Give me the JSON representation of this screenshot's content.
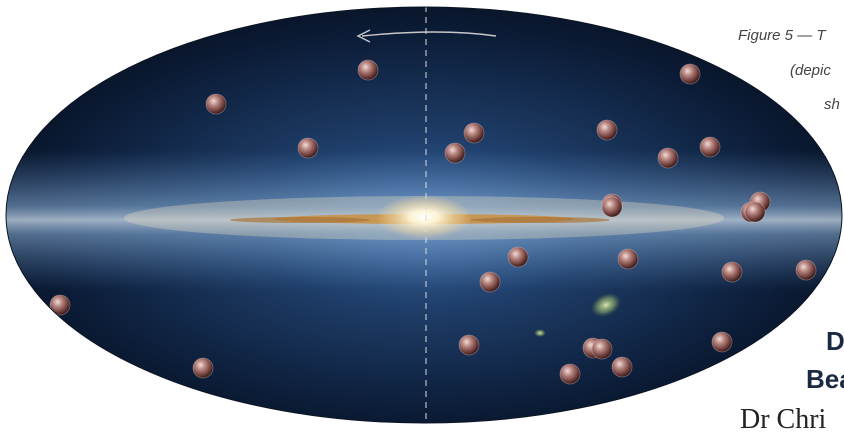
{
  "figure_caption": {
    "line1": "Figure 5 — T",
    "line2": "(depic",
    "line3": "sh"
  },
  "heading": {
    "line1": "D",
    "line2": "Bea"
  },
  "body_fragment": "Dr Chri",
  "colors": {
    "dot_highlight": "#d9b7b2",
    "dot_mid": "#9a6560",
    "dot_dark": "#4a2424",
    "sky_top": "#081326",
    "sky_band": "#5f8cc1",
    "core": "#fff6d8",
    "dust": "#c98e3e"
  },
  "objects": [
    {
      "id": 1,
      "name": "satellite-dot"
    },
    {
      "id": 2,
      "name": "satellite-dot"
    },
    {
      "id": 3,
      "name": "satellite-dot"
    },
    {
      "id": 4,
      "name": "satellite-dot"
    },
    {
      "id": 5,
      "name": "satellite-dot"
    },
    {
      "id": 6,
      "name": "satellite-dot"
    },
    {
      "id": 7,
      "name": "satellite-dot"
    },
    {
      "id": 8,
      "name": "satellite-dot"
    },
    {
      "id": 9,
      "name": "satellite-dot"
    },
    {
      "id": 10,
      "name": "satellite-dot"
    },
    {
      "id": 11,
      "name": "satellite-dot"
    },
    {
      "id": 12,
      "name": "satellite-dot"
    },
    {
      "id": 13,
      "name": "satellite-dot"
    },
    {
      "id": 14,
      "name": "satellite-dot"
    },
    {
      "id": 15,
      "name": "satellite-dot"
    },
    {
      "id": 16,
      "name": "satellite-dot"
    },
    {
      "id": 17,
      "name": "satellite-dot"
    },
    {
      "id": 18,
      "name": "satellite-dot"
    },
    {
      "id": 19,
      "name": "satellite-dot"
    },
    {
      "id": 20,
      "name": "satellite-dot"
    },
    {
      "id": 21,
      "name": "satellite-dot"
    },
    {
      "id": 22,
      "name": "satellite-dot"
    },
    {
      "id": 23,
      "name": "satellite-dot"
    },
    {
      "id": 24,
      "name": "satellite-dot"
    },
    {
      "id": 25,
      "name": "satellite-dot"
    },
    {
      "id": 26,
      "name": "satellite-dot"
    },
    {
      "id": 27,
      "name": "satellite-dot"
    }
  ]
}
